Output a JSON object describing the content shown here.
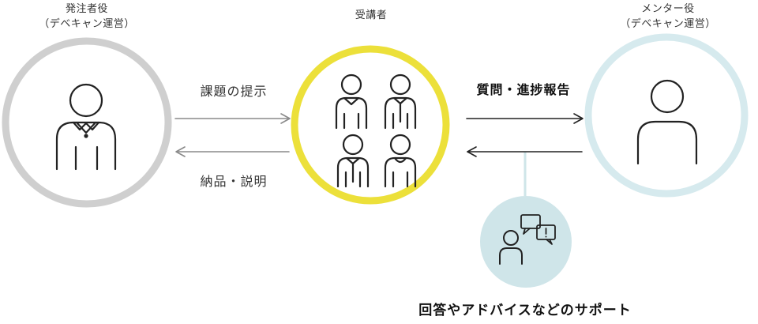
{
  "roles": {
    "client": {
      "line1": "発注者役",
      "line2": "（デベキャン運営）",
      "ring_color": "#cfcfcf"
    },
    "students": {
      "line1": "受講者",
      "ring_color": "#ece03a"
    },
    "mentor": {
      "line1": "メンター役",
      "line2": "（デベキャン運営）",
      "ring_color": "#d6eaee"
    }
  },
  "arrows": {
    "task": "課題の提示",
    "delivery": "納品・説明",
    "question": "質問・進捗報告"
  },
  "support": {
    "label": "回答やアドバイスなどのサポート",
    "circle_color": "#cfe5e9",
    "icons": [
      "person-icon",
      "speech-bubble-icon",
      "exclamation-bubble-icon"
    ]
  },
  "colors": {
    "line": "#222222",
    "gray_arrow": "#8a8a8a",
    "connector": "#cfe5e9"
  }
}
